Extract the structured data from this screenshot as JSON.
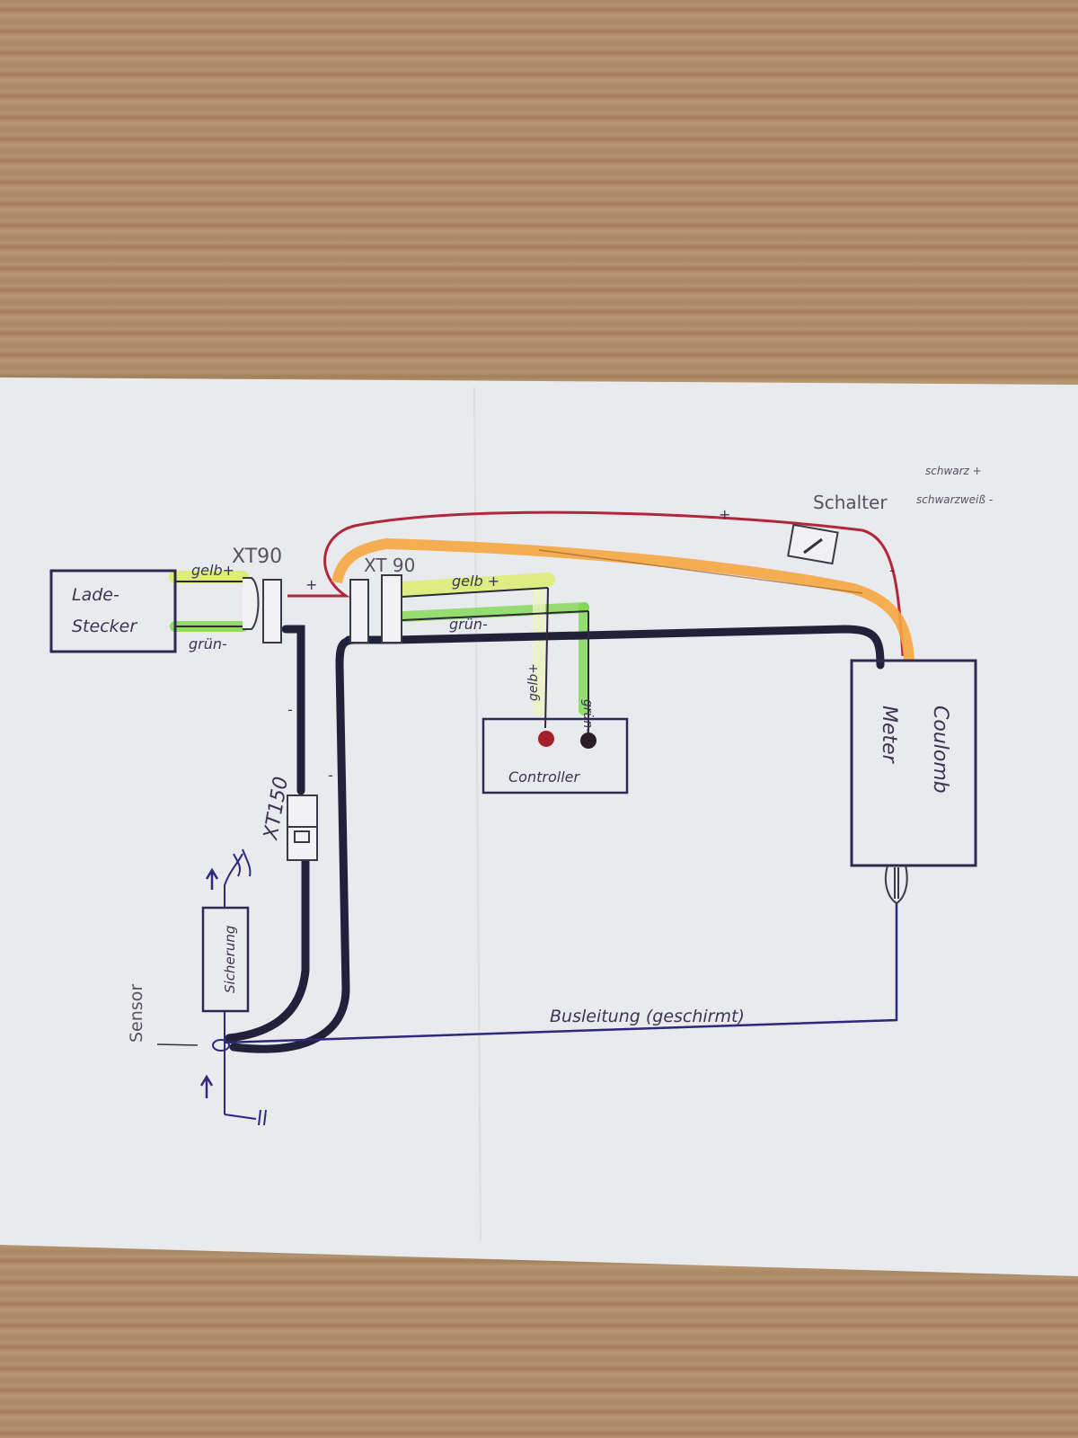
{
  "diagram": {
    "title": "Wiring diagram (hand-drawn)",
    "components": {
      "charger_plug": {
        "line1": "Lade-",
        "line2": "Stecker"
      },
      "xt90_left": "XT90",
      "xt90_right": "XT 90",
      "controller": "Controller",
      "coulomb_meter": {
        "line1": "Coulomb",
        "line2": "Meter"
      },
      "switch": "Schalter",
      "xt150": "XT150",
      "fuse": "Sicherung",
      "sensor": "Sensor"
    },
    "wire_labels": {
      "charger_yellow": "gelb+",
      "charger_green": "grün-",
      "bus_yellow": "gelb +",
      "bus_green": "grün-",
      "controller_yellow": "gelb+",
      "controller_green": "grün-",
      "plus_mark_xt90": "+",
      "plus_mark_top": "+",
      "minus_mark_switch": "-",
      "minus_mark_xt150": "-",
      "minus_mark_return": "-",
      "bus_line": "Busleitung (geschirmt)"
    },
    "legend": {
      "line1": "schwarz +",
      "line2": "schwarzweiß -"
    },
    "colors": {
      "red_wire": "#b0283a",
      "orange_wire": "#f6a640",
      "black_wire": "#23213a",
      "yellow_highlight": "#d9ee57",
      "green_highlight": "#79d845",
      "blue_ink": "#2c2a7a",
      "paper": "#e9ebee"
    }
  }
}
